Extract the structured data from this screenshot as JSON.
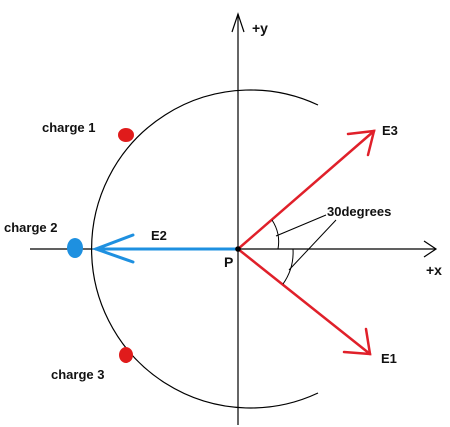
{
  "axes": {
    "x_label": "+x",
    "y_label": "+y"
  },
  "point": {
    "label": "P"
  },
  "charges": [
    {
      "label": "charge 1",
      "color": "#e01b1b"
    },
    {
      "label": "charge 2",
      "color": "#1e90e0"
    },
    {
      "label": "charge 3",
      "color": "#e01b1b"
    }
  ],
  "vectors": [
    {
      "label": "E1",
      "color": "#e0202a"
    },
    {
      "label": "E2",
      "color": "#1e90e0"
    },
    {
      "label": "E3",
      "color": "#e0202a"
    }
  ],
  "angle": {
    "label": "30degrees"
  },
  "colors": {
    "axis": "#000000",
    "circle": "#000000"
  }
}
